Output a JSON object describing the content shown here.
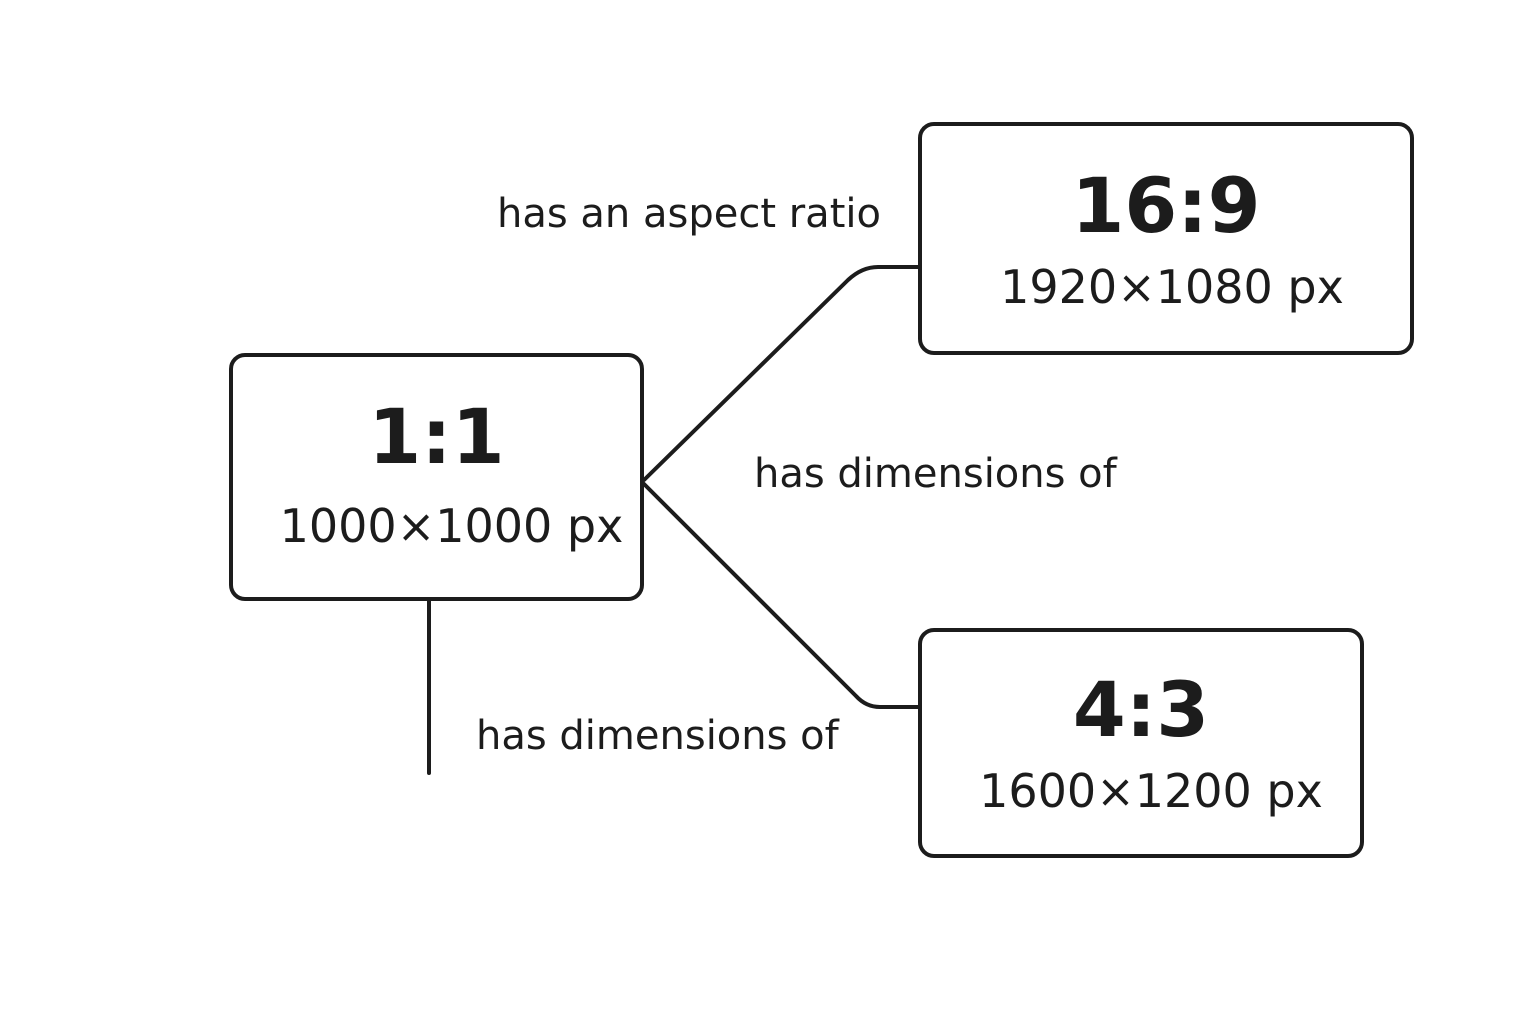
{
  "nodes": {
    "square": {
      "ratio": "1:1",
      "dimensions": "1000×1000 px"
    },
    "wide": {
      "ratio": "16:9",
      "dimensions": "1920×1080 px"
    },
    "standard": {
      "ratio": "4:3",
      "dimensions": "1600×1200 px"
    }
  },
  "edge_labels": {
    "aspect": "has an aspect ratio",
    "dims_middle": "has dimensions of",
    "dims_bottom": "has dimensions of"
  },
  "colors": {
    "stroke": "#1c1c1c",
    "background": "#ffffff"
  }
}
